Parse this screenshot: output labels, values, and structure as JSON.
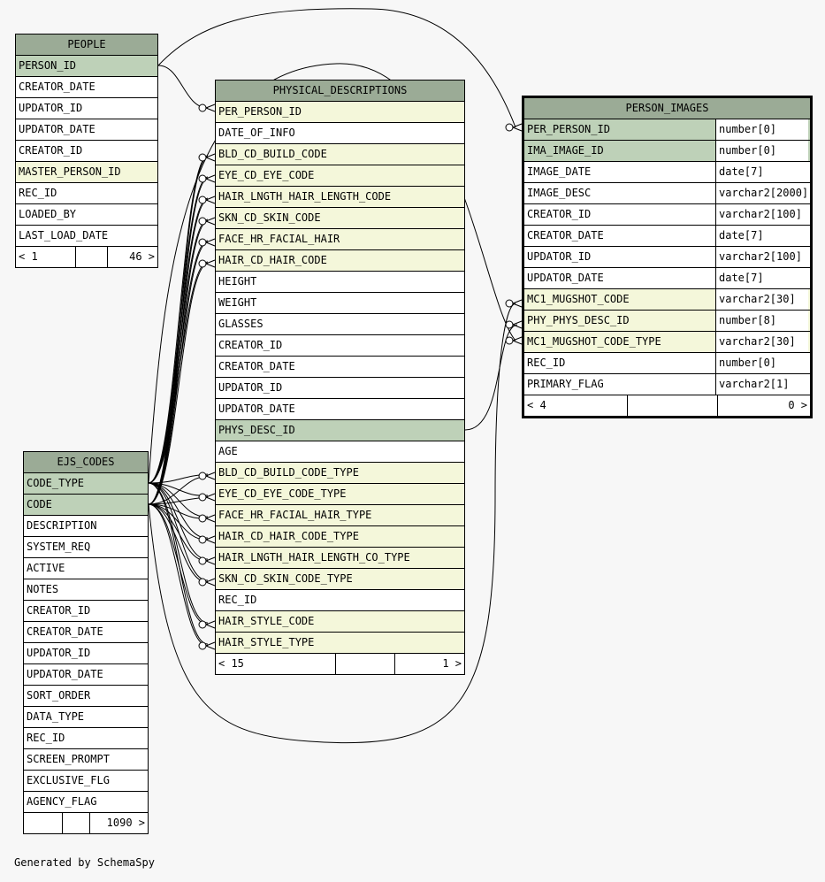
{
  "generator": "Generated by SchemaSpy",
  "tables": {
    "people": {
      "name": "PEOPLE",
      "columns": [
        "PERSON_ID",
        "CREATOR_DATE",
        "UPDATOR_ID",
        "UPDATOR_DATE",
        "CREATOR_ID",
        "MASTER_PERSON_ID",
        "REC_ID",
        "LOADED_BY",
        "LAST_LOAD_DATE"
      ],
      "footer": {
        "parents": "< 1",
        "children": "46 >"
      }
    },
    "physical_descriptions": {
      "name": "PHYSICAL_DESCRIPTIONS",
      "columns": [
        "PER_PERSON_ID",
        "DATE_OF_INFO",
        "BLD_CD_BUILD_CODE",
        "EYE_CD_EYE_CODE",
        "HAIR_LNGTH_HAIR_LENGTH_CODE",
        "SKN_CD_SKIN_CODE",
        "FACE_HR_FACIAL_HAIR",
        "HAIR_CD_HAIR_CODE",
        "HEIGHT",
        "WEIGHT",
        "GLASSES",
        "CREATOR_ID",
        "CREATOR_DATE",
        "UPDATOR_ID",
        "UPDATOR_DATE",
        "PHYS_DESC_ID",
        "AGE",
        "BLD_CD_BUILD_CODE_TYPE",
        "EYE_CD_EYE_CODE_TYPE",
        "FACE_HR_FACIAL_HAIR_TYPE",
        "HAIR_CD_HAIR_CODE_TYPE",
        "HAIR_LNGTH_HAIR_LENGTH_CO_TYPE",
        "SKN_CD_SKIN_CODE_TYPE",
        "REC_ID",
        "HAIR_STYLE_CODE",
        "HAIR_STYLE_TYPE"
      ],
      "footer": {
        "parents": "< 15",
        "children": "1 >"
      }
    },
    "person_images": {
      "name": "PERSON_IMAGES",
      "columns": [
        {
          "name": "PER_PERSON_ID",
          "type": "number[0]"
        },
        {
          "name": "IMA_IMAGE_ID",
          "type": "number[0]"
        },
        {
          "name": "IMAGE_DATE",
          "type": "date[7]"
        },
        {
          "name": "IMAGE_DESC",
          "type": "varchar2[2000]"
        },
        {
          "name": "CREATOR_ID",
          "type": "varchar2[100]"
        },
        {
          "name": "CREATOR_DATE",
          "type": "date[7]"
        },
        {
          "name": "UPDATOR_ID",
          "type": "varchar2[100]"
        },
        {
          "name": "UPDATOR_DATE",
          "type": "date[7]"
        },
        {
          "name": "MC1_MUGSHOT_CODE",
          "type": "varchar2[30]"
        },
        {
          "name": "PHY_PHYS_DESC_ID",
          "type": "number[8]"
        },
        {
          "name": "MC1_MUGSHOT_CODE_TYPE",
          "type": "varchar2[30]"
        },
        {
          "name": "REC_ID",
          "type": "number[0]"
        },
        {
          "name": "PRIMARY_FLAG",
          "type": "varchar2[1]"
        }
      ],
      "footer": {
        "parents": "< 4",
        "children": "0 >"
      }
    },
    "ejs_codes": {
      "name": "EJS_CODES",
      "columns": [
        "CODE_TYPE",
        "CODE",
        "DESCRIPTION",
        "SYSTEM_REQ",
        "ACTIVE",
        "NOTES",
        "CREATOR_ID",
        "CREATOR_DATE",
        "UPDATOR_ID",
        "UPDATOR_DATE",
        "SORT_ORDER",
        "DATA_TYPE",
        "REC_ID",
        "SCREEN_PROMPT",
        "EXCLUSIVE_FLG",
        "AGENCY_FLAG"
      ],
      "footer": {
        "parents": "",
        "children": "1090 >"
      }
    }
  }
}
